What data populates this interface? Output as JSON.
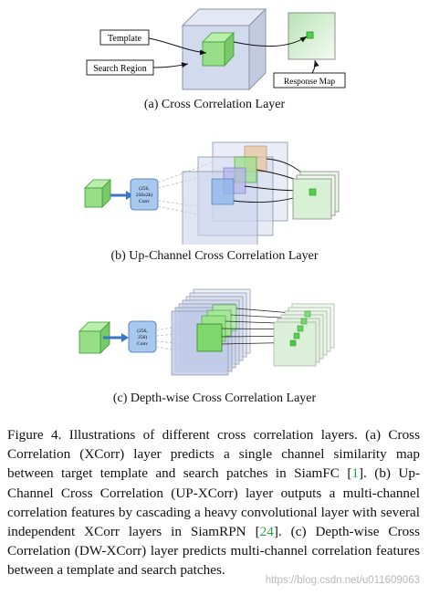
{
  "panel_a": {
    "labels": {
      "template": "Template",
      "search_region": "Search Region",
      "response_map": "Response Map"
    },
    "caption": "(a)  Cross Correlation Layer"
  },
  "panel_b": {
    "conv_label": [
      "(256,",
      "256x2k)",
      "Conv"
    ],
    "caption": "(b)  Up-Channel Cross Correlation Layer"
  },
  "panel_c": {
    "conv_label": [
      "(256,",
      "256)",
      "Conv"
    ],
    "caption": "(c)  Depth-wise Cross Correlation Layer"
  },
  "figure_caption": {
    "part1": "Figure 4. Illustrations of different cross correlation layers.  (a) Cross Correlation (XCorr) layer predicts a single channel similarity map between target template and search patches in SiamFC [",
    "cite1": "1",
    "part2": "]. (b) Up-Channel Cross Correlation (UP-XCorr) layer outputs a multi-channel correlation features by cascading a heavy convolutional layer with several independent XCorr layers in SiamRPN [",
    "cite2": "24",
    "part3": "].  (c) Depth-wise Cross Correlation (DW-XCorr) layer predicts multi-channel correlation features between a template and search patches."
  },
  "watermark": "https://blog.csdn.net/u011609063",
  "colors": {
    "green_fill": "#8ee27c",
    "green_stroke": "#3a9b2e",
    "blue_box": "#c9d4ee",
    "conv_fill": "#a9c8ee",
    "arrow_blue": "#3a76c4",
    "citation_green": "#22a83a"
  }
}
